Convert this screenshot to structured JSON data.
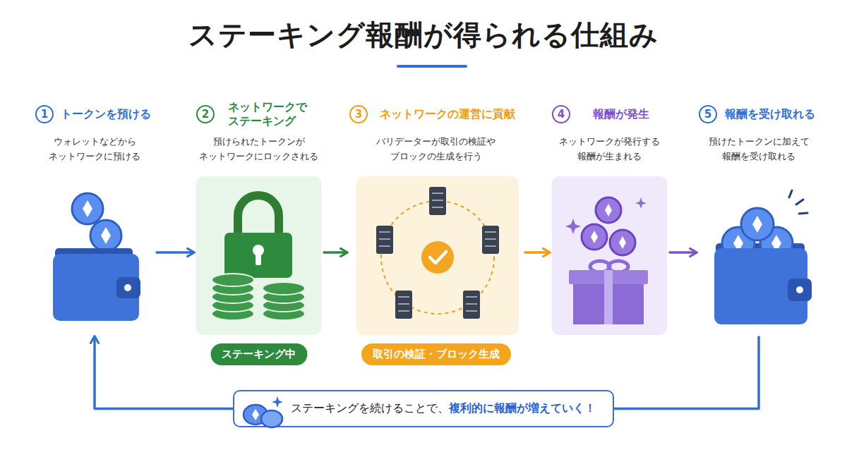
{
  "diagram": {
    "title": "ステーキング報酬が得られる仕組み",
    "nodes": [
      {
        "text": [
          "1",
          "トークンを預ける",
          "ウォレットなどから ネットワークに預ける"
        ]
      },
      {
        "text": [
          "2",
          "ネットワークで ステーキング",
          "預けられたトークンが ネットワークにロックされる",
          "ステーキング中"
        ]
      },
      {
        "text": [
          "3",
          "ネットワークの運営に貢献",
          "バリデーターが取引の検証や ブロックの生成を行う",
          "取引の検証・ブロック生成"
        ]
      },
      {
        "text": [
          "4",
          "報酬が発生",
          "ネットワークが発行する 報酬が生まれる"
        ]
      },
      {
        "text": [
          "5",
          "報酬を受け取れる",
          "預けたトークンに加えて 報酬を受け取れる"
        ]
      },
      {
        "text": [
          "ステーキングを続けることで、",
          "複利的に報酬が増えていく！"
        ]
      }
    ],
    "edges": [
      {
        "from": 0,
        "to": 1,
        "arrow": "to"
      },
      {
        "from": 1,
        "to": 2,
        "arrow": "to"
      },
      {
        "from": 2,
        "to": 3,
        "arrow": "to"
      },
      {
        "from": 3,
        "to": 4,
        "arrow": "to"
      },
      {
        "from": 4,
        "to": 5,
        "arrow": "none"
      },
      {
        "from": 5,
        "to": 0,
        "arrow": "to"
      }
    ]
  }
}
